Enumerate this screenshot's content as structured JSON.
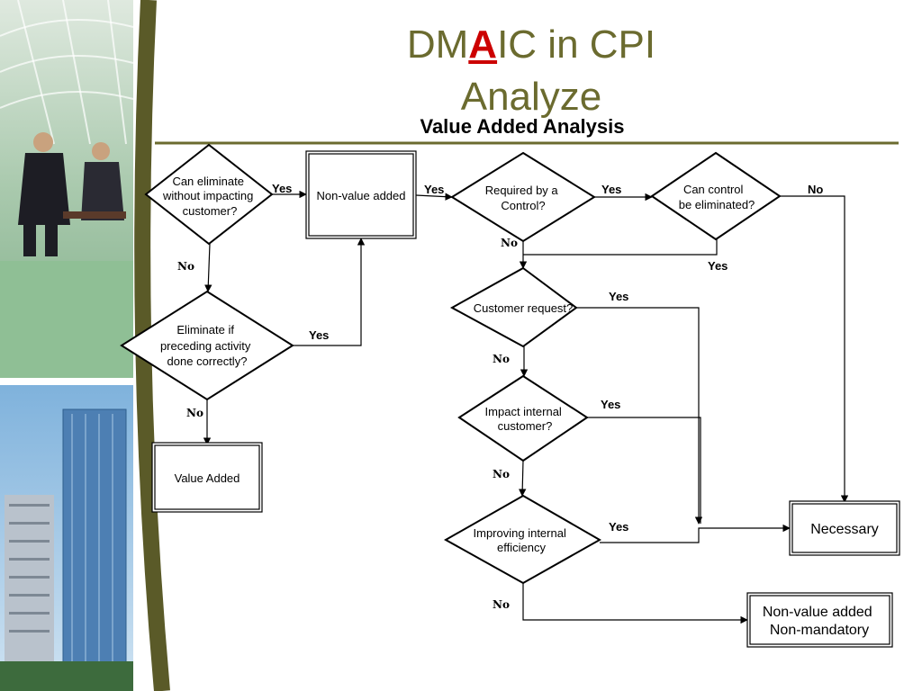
{
  "title": {
    "line1_pre": "DM",
    "line1_accent": "A",
    "line1_post": "IC in CPI",
    "line2": "Analyze",
    "subtitle": "Value Added Analysis"
  },
  "colors": {
    "title": "#6b6b2f",
    "accent": "#cc0000",
    "rule": "#6b6b2f",
    "sidebar_curve": "#5a5a28"
  },
  "nodes": {
    "d1": [
      "Can eliminate",
      "without impacting",
      "customer?"
    ],
    "b1": "Non-value added",
    "d2": [
      "Eliminate if",
      "preceding activity",
      "done correctly?"
    ],
    "b2": "Value Added",
    "d3": [
      "Required by a",
      "Control?"
    ],
    "d4": [
      "Can control",
      "be eliminated?"
    ],
    "d5": "Customer request?",
    "d6": [
      "Impact internal",
      "customer?"
    ],
    "d7": [
      "Improving internal",
      "efficiency"
    ],
    "b3": "Necessary",
    "b4": [
      "Non-value added",
      "Non-mandatory"
    ]
  },
  "edge_labels": {
    "d1_b1": "Yes",
    "d1_d2": "No",
    "d2_b1": "Yes",
    "d2_b2": "No",
    "b1_d3": "Yes",
    "d3_d4": "Yes",
    "d3_d5": "No",
    "d4_b3": "No",
    "d4_d5": "Yes",
    "d5_b3": "Yes",
    "d5_d6": "No",
    "d6_b3": "Yes",
    "d6_d7": "No",
    "d7_b3": "Yes",
    "d7_b4": "No"
  }
}
